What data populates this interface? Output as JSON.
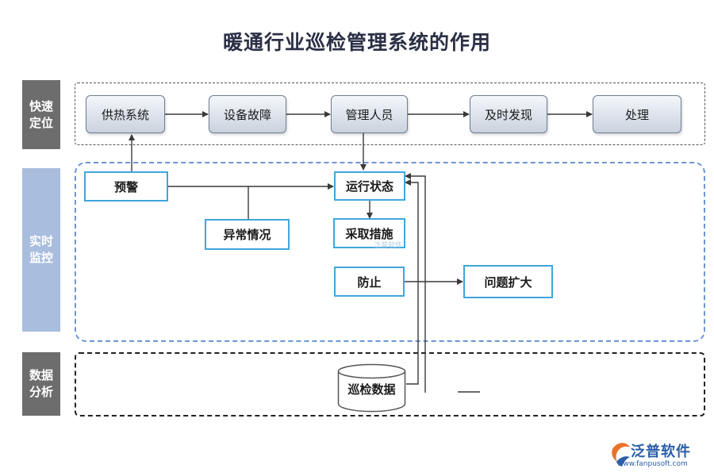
{
  "title": "暖通行业巡检管理系统的作用",
  "sections": [
    {
      "label": "快速定位"
    },
    {
      "label": "实时监控"
    },
    {
      "label": "数据分析"
    }
  ],
  "flow_top": [
    "供热系统",
    "设备故障",
    "管理人员",
    "及时发现",
    "处理"
  ],
  "monitor": {
    "warning": "预警",
    "anomaly": "异常情况",
    "status": "运行状态",
    "measures": "采取措施",
    "prevent": "防止",
    "problem": "问题扩大"
  },
  "analysis": {
    "database": "巡检数据"
  },
  "watermark": "泛普软件",
  "logo": {
    "name": "泛普软件",
    "url": "www.fanpusoft.com"
  },
  "colors": {
    "side_dark": "#6d6d6d",
    "side_light": "#a9bdde",
    "box_border": "#3fa6dc",
    "monitor_dash": "#6a96d8",
    "logo": "#2b5ea8"
  }
}
